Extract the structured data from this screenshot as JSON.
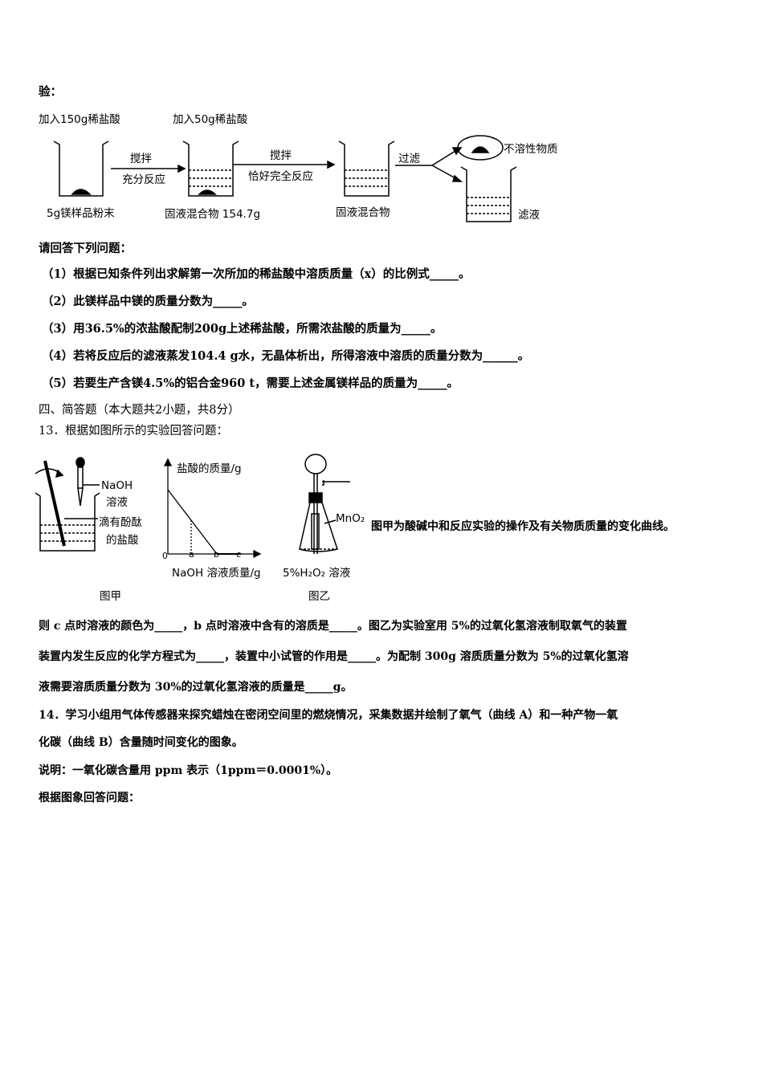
{
  "header": "验：",
  "fig1": {
    "add1": "加入150g稀盐酸",
    "add2": "加入50g稀盐酸",
    "arrow1_top": "搅拌",
    "arrow1_bottom": "充分反应",
    "arrow2_top": "搅拌",
    "arrow2_bottom": "恰好完全反应",
    "arrow3": "过滤",
    "beaker1": "5g镁样品粉末",
    "beaker2": "固液混合物 154.7g",
    "beaker3": "固液混合物",
    "insoluble": "不溶性物质",
    "filtrate": "滤液"
  },
  "prompt": "请回答下列问题：",
  "questions": [
    "（1）根据已知条件列出求解第一次所加的稀盐酸中溶质质量（x）的比例式_____。",
    "（2）此镁样品中镁的质量分数为_____。",
    "（3）用36.5%的浓盐酸配制200g上述稀盐酸，所需浓盐酸的质量为_____。",
    "（4）若将反应后的滤液蒸发104.4 g水，无晶体析出，所得溶液中溶质的质量分数为______。",
    "（5）若要生产含镁4.5%的铝合金960 t，需要上述金属镁样品的质量为_____。"
  ],
  "section4": "四、简答题（本大题共2小题，共8分）",
  "q13": "13．根据如图所示的实验回答问题：",
  "fig2": {
    "naoh": "NaOH",
    "solution": "溶液",
    "phenol1": "滴有酚酞",
    "phenol2": "的盐酸",
    "ylabel": "盐酸的质量/g",
    "xlabel": "NaOH 溶液质量/g",
    "ticks": [
      "0",
      "a",
      "b",
      "c"
    ],
    "mno2": "MnO₂",
    "h2o2": "5%H₂O₂ 溶液",
    "cap_a": "图甲",
    "cap_b": "图乙",
    "side_text": "图甲为酸碱中和反应实验的操作及有关物质质量的变化曲线。"
  },
  "q13_text": [
    "则 c 点时溶液的颜色为_____，b 点时溶液中含有的溶质是_____。图乙为实验室用 5%的过氧化氢溶液制取氧气的装置",
    "装置内发生反应的化学方程式为_____，装置中小试管的作用是_____。为配制 300g 溶质质量分数为 5%的过氧化氢溶",
    "液需要溶质质量分数为 30%的过氧化氢溶液的质量是_____g。"
  ],
  "q14": [
    "14．学习小组用气体传感器来探究蜡烛在密闭空间里的燃烧情况，采集数据并绘制了氧气（曲线 A）和一种产物一氧",
    "化碳（曲线 B）含量随时间变化的图象。"
  ],
  "note": "说明：一氧化碳含量用 ppm 表示（1ppm＝0.0001%）。",
  "final": "根据图象回答问题："
}
